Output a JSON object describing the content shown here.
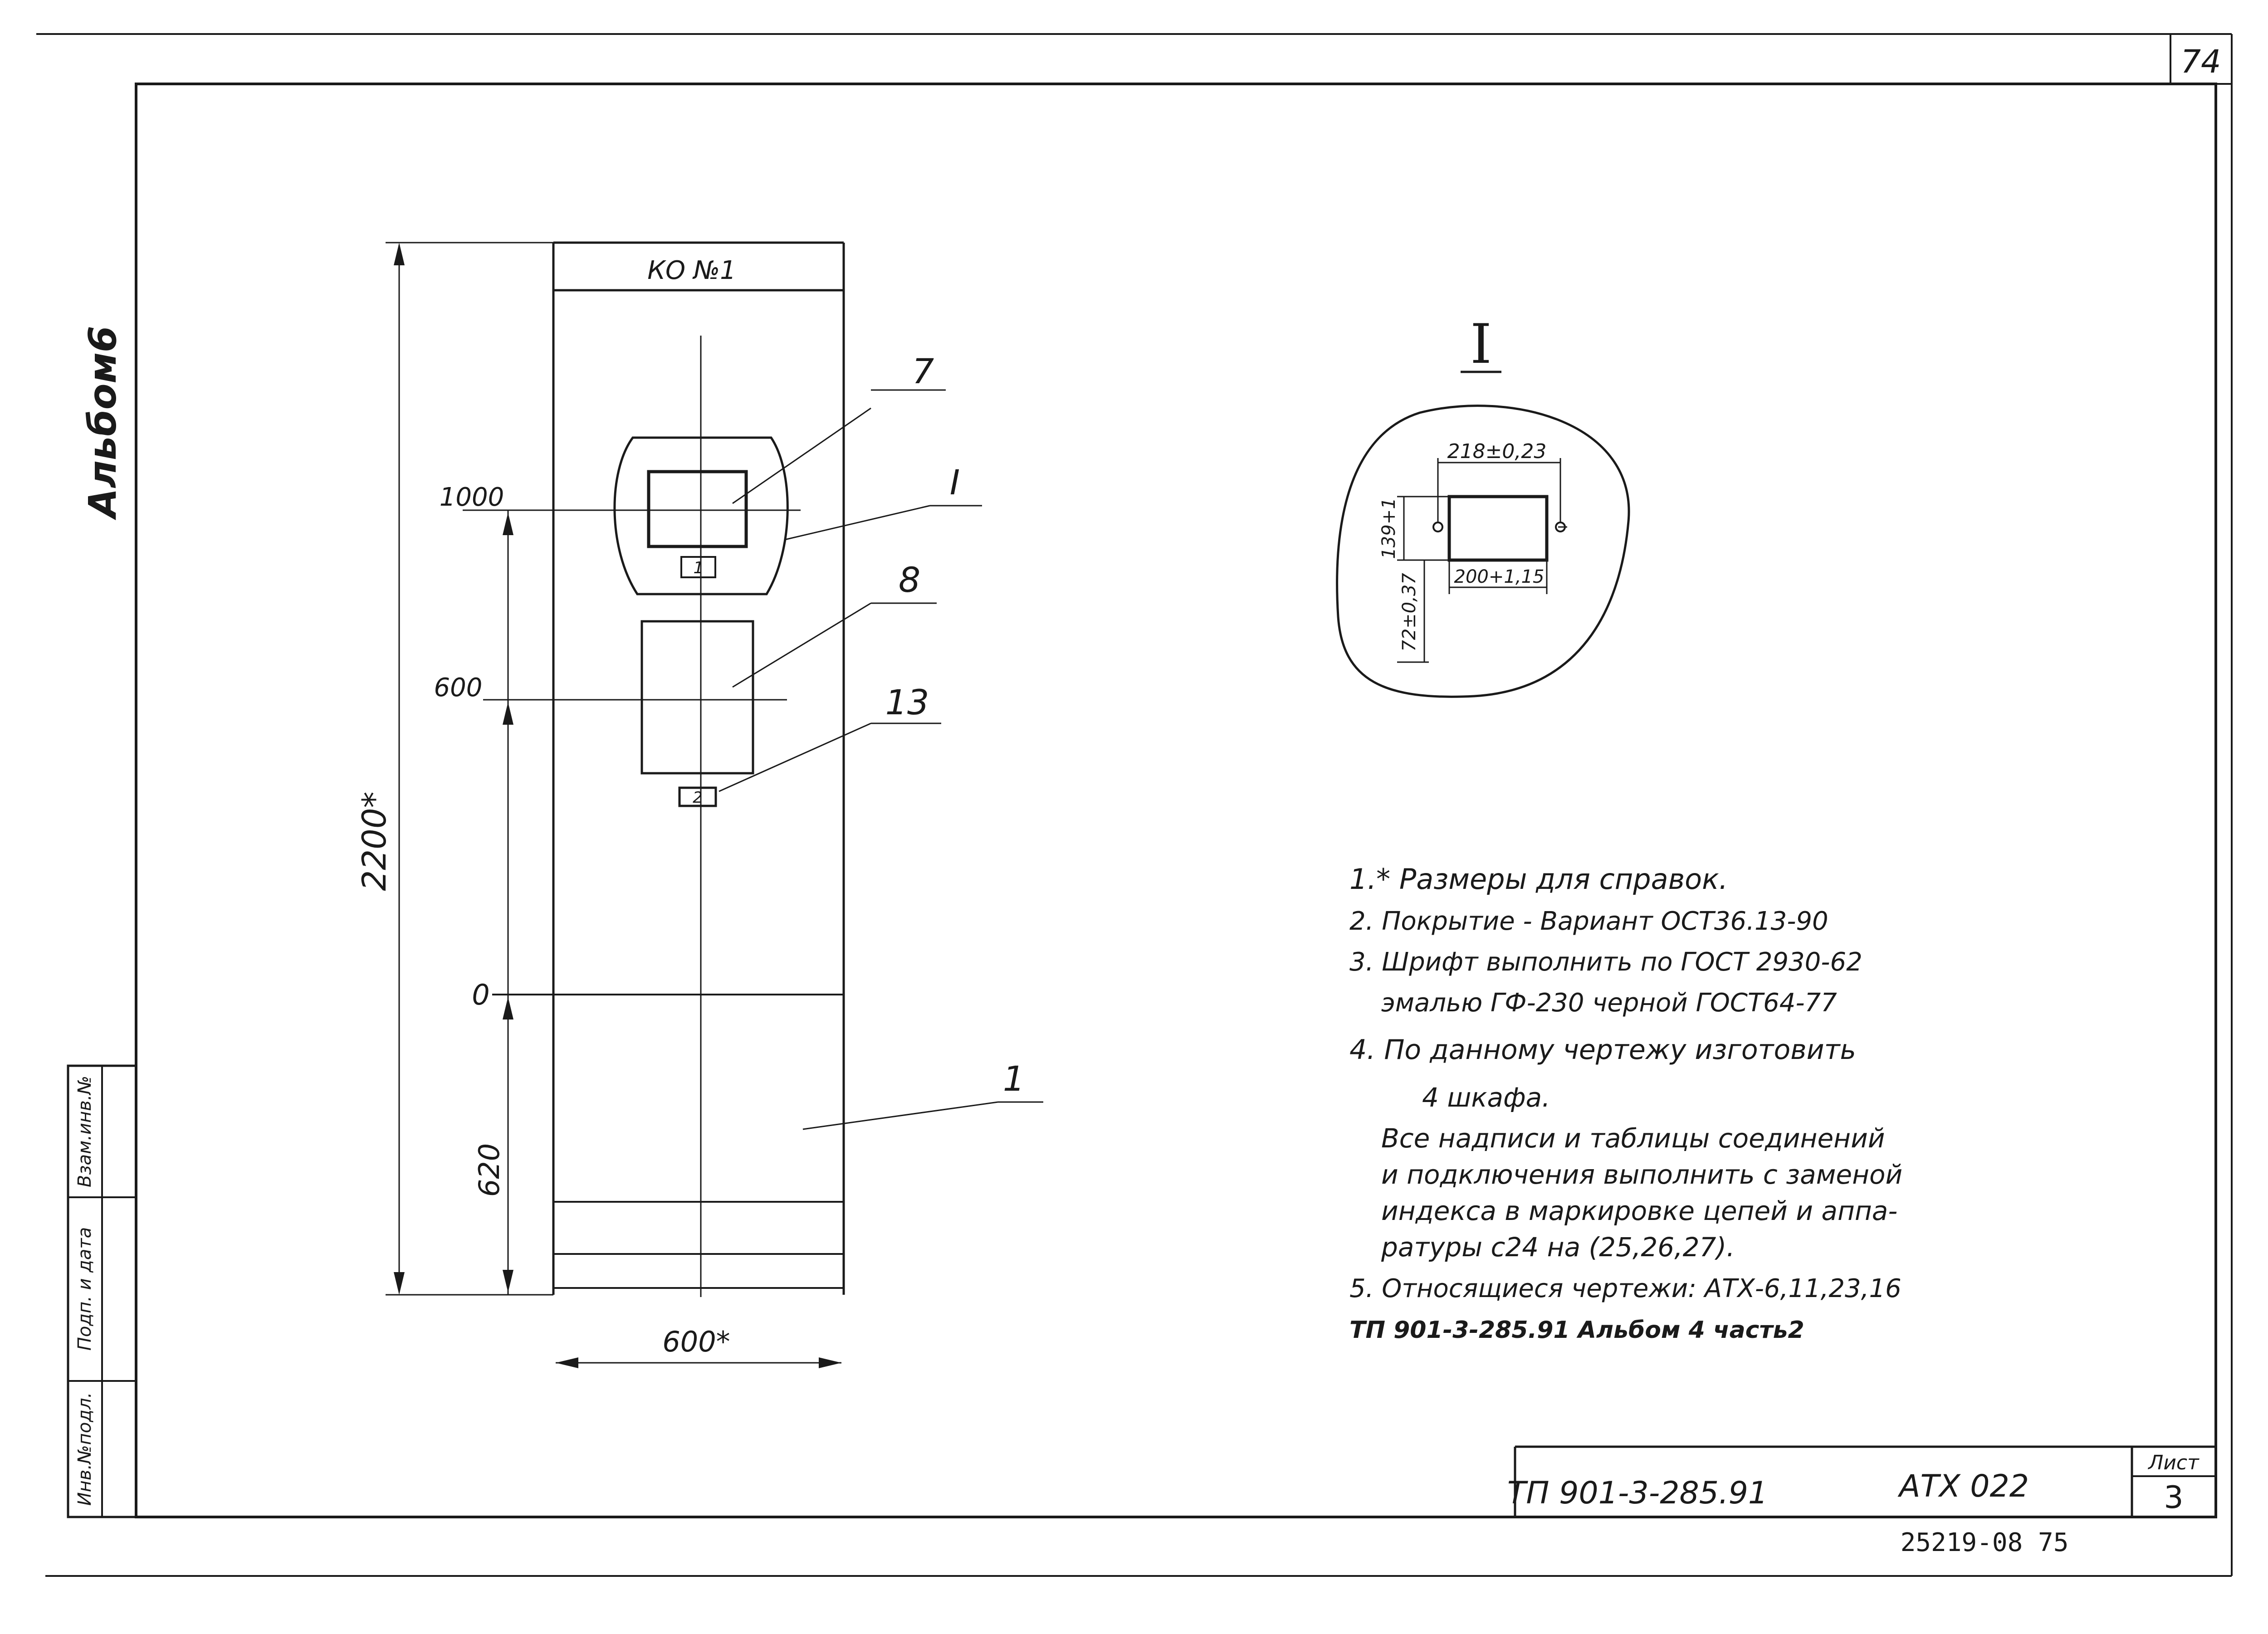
{
  "sheet_corner_number": "74",
  "album_label": "Альбом6",
  "side_stamp": {
    "cells": [
      "Инв.№подл.",
      "Подп. и дата",
      "Взам.инв.№"
    ]
  },
  "cabinet": {
    "header_label": "КО №1",
    "dims": {
      "height_label": "2200*",
      "width_label": "600*",
      "lower_label": "620",
      "level_labels": [
        "1000",
        "600",
        "0"
      ]
    },
    "callouts": [
      "7",
      "I",
      "8",
      "13",
      "1"
    ],
    "plates": [
      "1",
      "2"
    ]
  },
  "detail": {
    "title": "I",
    "dims": [
      "218±0,23",
      "139+1",
      "200+1,15",
      "72±0,37"
    ]
  },
  "notes": [
    "1.* Размеры для справок.",
    "2. Покрытие - Вариант ОСТ36.13-90",
    "3. Шрифт выполнить по ГОСТ 2930-62",
    "эмалью ГФ-230 черной ГОСТ64-77",
    "4. По данному чертежу изготовить",
    "4 шкафа.",
    "Все надписи и таблицы соединений",
    "и подключения выполнить с заменой",
    "индекса в маркировке цепей и аппа-",
    "ратуры с24 на (25,26,27).",
    "5. Относящиеся чертежи: АТХ-6,11,23,16",
    "ТП 901-3-285.91 Альбом 4 часть2"
  ],
  "title_block": {
    "project": "ТП 901-3-285.91",
    "code": "АТХ 022",
    "sheet_label": "Лист",
    "sheet_number": "3"
  },
  "bottom_number": "25219-08  75"
}
